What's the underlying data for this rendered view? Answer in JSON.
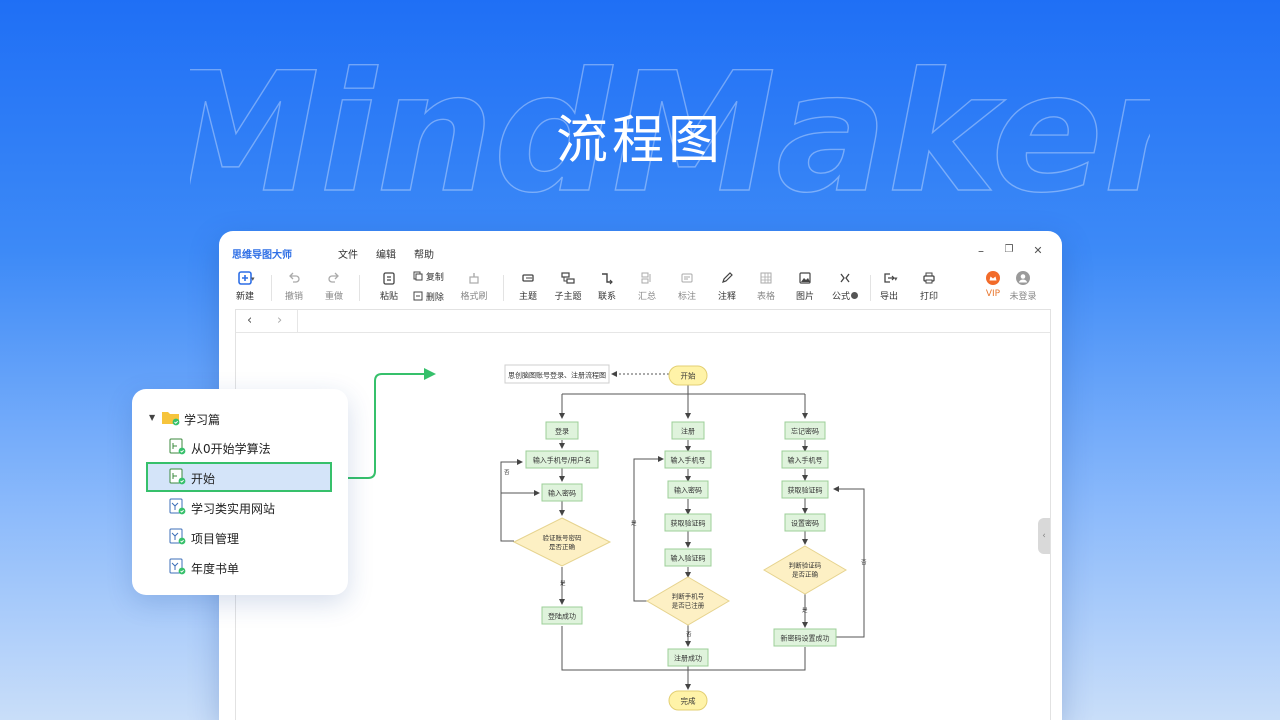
{
  "hero": {
    "bg_word": "MindMaker",
    "title": "流程图"
  },
  "app": {
    "name": "思维导图大师",
    "menus": [
      "文件",
      "编辑",
      "帮助"
    ],
    "window_controls": {
      "minimize": "–",
      "restore": "❐",
      "close": "✕"
    }
  },
  "toolbar": {
    "new": "新建",
    "undo": "撤销",
    "redo": "重做",
    "paste": "粘贴",
    "copy": "复制",
    "delete": "删除",
    "format_brush": "格式刷",
    "topic": "主题",
    "subtopic": "子主题",
    "relation": "联系",
    "summary": "汇总",
    "label": "标注",
    "note": "注释",
    "table": "表格",
    "image": "图片",
    "formula": "公式",
    "export": "导出",
    "print": "打印",
    "vip": "VIP",
    "login": "未登录"
  },
  "nav": {
    "back": "‹",
    "forward": "›"
  },
  "flowchart": {
    "note": "思创脑图账号登录、注册流程图",
    "start": "开始",
    "end": "完成",
    "login": {
      "title": "登录",
      "input_user": "输入手机号/用户名",
      "input_pwd": "输入密码",
      "verify": [
        "验证账号密码",
        "是否正确"
      ],
      "success": "登陆成功",
      "no": "否",
      "yes": "是"
    },
    "register": {
      "title": "注册",
      "input_phone": "输入手机号",
      "input_pwd": "输入密码",
      "get_code": "获取验证码",
      "input_code": "输入验证码",
      "check": [
        "判断手机号",
        "是否已注册"
      ],
      "success": "注册成功",
      "yes": "是",
      "no": "否"
    },
    "forgot": {
      "title": "忘记密码",
      "input_phone": "输入手机号",
      "get_code": "获取验证码",
      "set_pwd": "设置密码",
      "check": [
        "判断验证码",
        "是否正确"
      ],
      "success": "新密码设置成功",
      "yes": "是",
      "no": "否"
    }
  },
  "tree": {
    "root": "学习篇",
    "items": [
      "从0开始学算法",
      "开始",
      "学习类实用网站",
      "项目管理",
      "年度书单"
    ]
  },
  "colors": {
    "brand": "#2f6fe6",
    "node_fill": "#dff3dc",
    "node_border": "#9ccf98",
    "decision_fill": "#fdf0c4",
    "terminal_fill": "#fff3a8",
    "highlight": "#36c06b"
  }
}
